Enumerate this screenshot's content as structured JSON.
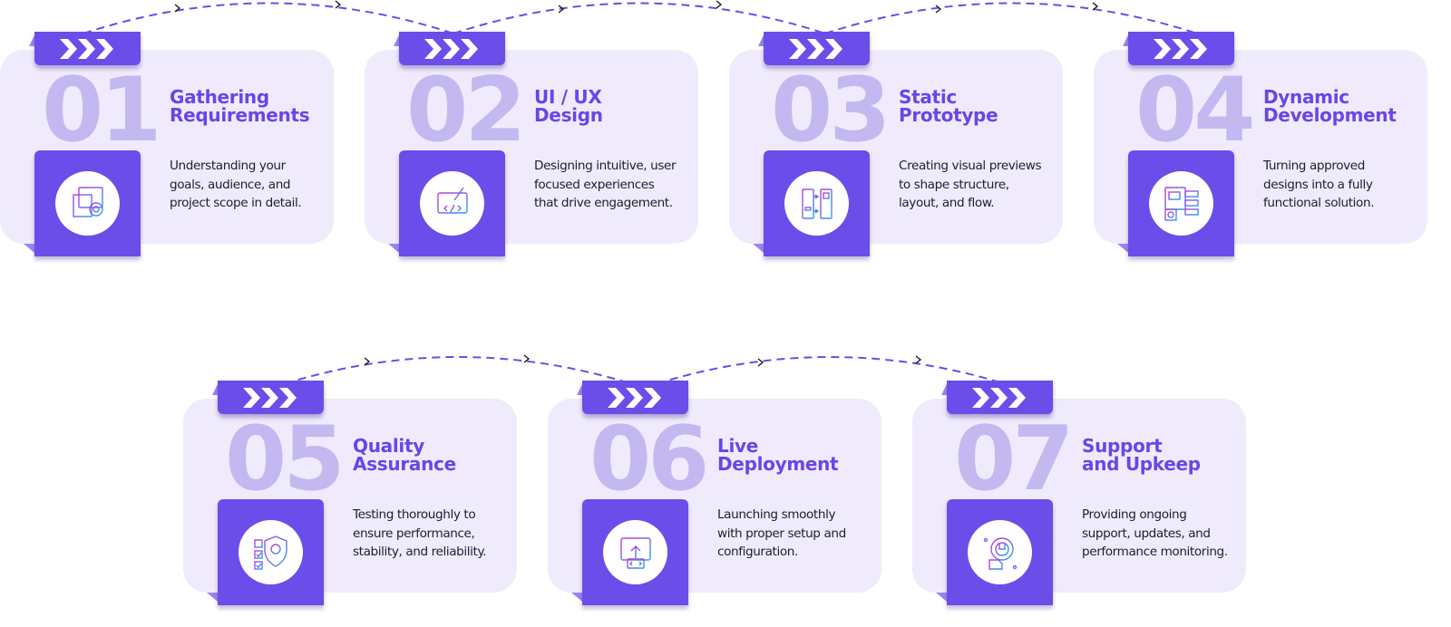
{
  "theme": {
    "accent": "#6b4de9",
    "title_color": "#6a45e8",
    "number_color": "#c4b8f1",
    "card_bg": "#efebfc",
    "connector_color": "#6b4de9"
  },
  "steps": [
    {
      "number": "01",
      "title_lines": [
        "Gathering",
        "Requirements"
      ],
      "desc_lines": [
        "Understanding your",
        "goals, audience, and",
        "project scope in detail."
      ],
      "icon": "requirements-gear-icon"
    },
    {
      "number": "02",
      "title_lines": [
        "UI / UX",
        "Design"
      ],
      "desc_lines": [
        "Designing intuitive, user",
        "focused experiences",
        "that drive engagement."
      ],
      "icon": "monitor-brush-icon"
    },
    {
      "number": "03",
      "title_lines": [
        "Static",
        "Prototype"
      ],
      "desc_lines": [
        "Creating visual previews",
        "to shape structure,",
        "layout, and flow."
      ],
      "icon": "wireframe-flow-icon"
    },
    {
      "number": "04",
      "title_lines": [
        "Dynamic",
        "Development"
      ],
      "desc_lines": [
        "Turning approved",
        "designs into a fully",
        "functional solution."
      ],
      "icon": "dev-modules-icon"
    },
    {
      "number": "05",
      "title_lines": [
        "Quality",
        "Assurance"
      ],
      "desc_lines": [
        "Testing thoroughly to",
        "ensure performance,",
        "stability, and reliability."
      ],
      "icon": "shield-checklist-icon"
    },
    {
      "number": "06",
      "title_lines": [
        "Live",
        "Deployment"
      ],
      "desc_lines": [
        "Launching smoothly",
        "with proper setup and",
        "configuration."
      ],
      "icon": "deploy-upload-icon"
    },
    {
      "number": "07",
      "title_lines": [
        "Support",
        "and Upkeep"
      ],
      "desc_lines": [
        "Providing ongoing",
        "support, updates, and",
        "performance monitoring."
      ],
      "icon": "wrench-gear-icon"
    }
  ]
}
